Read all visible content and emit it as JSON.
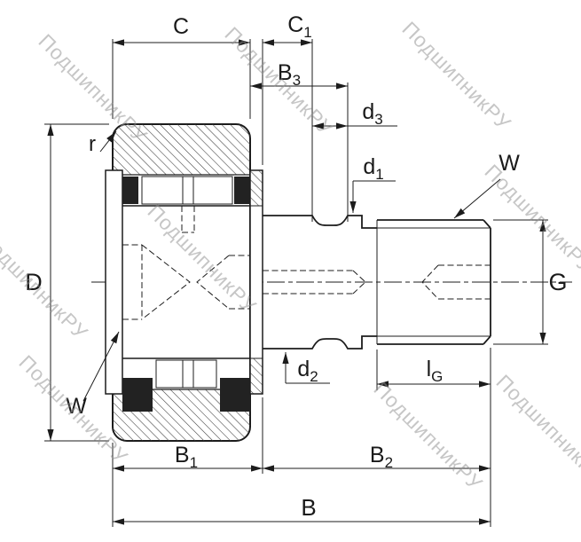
{
  "dimension_labels": {
    "c": "C",
    "c1": {
      "main": "C",
      "sub": "1"
    },
    "b3": {
      "main": "B",
      "sub": "3"
    },
    "d3": {
      "main": "d",
      "sub": "3"
    },
    "d1": {
      "main": "d",
      "sub": "1"
    },
    "d2": {
      "main": "d",
      "sub": "2"
    },
    "w_top": "W",
    "w_bottom": "W",
    "r": "r",
    "outer_diameter": "D",
    "thread": "G",
    "lg": {
      "main": "l",
      "sub": "G"
    },
    "b1": {
      "main": "B",
      "sub": "1"
    },
    "b2": {
      "main": "B",
      "sub": "2"
    },
    "b": "B"
  },
  "watermark": {
    "text": "ПодшипникРУ"
  },
  "colors": {
    "line": "#1c1c1c",
    "watermark": "#8f8f8f",
    "background": "#ffffff"
  }
}
